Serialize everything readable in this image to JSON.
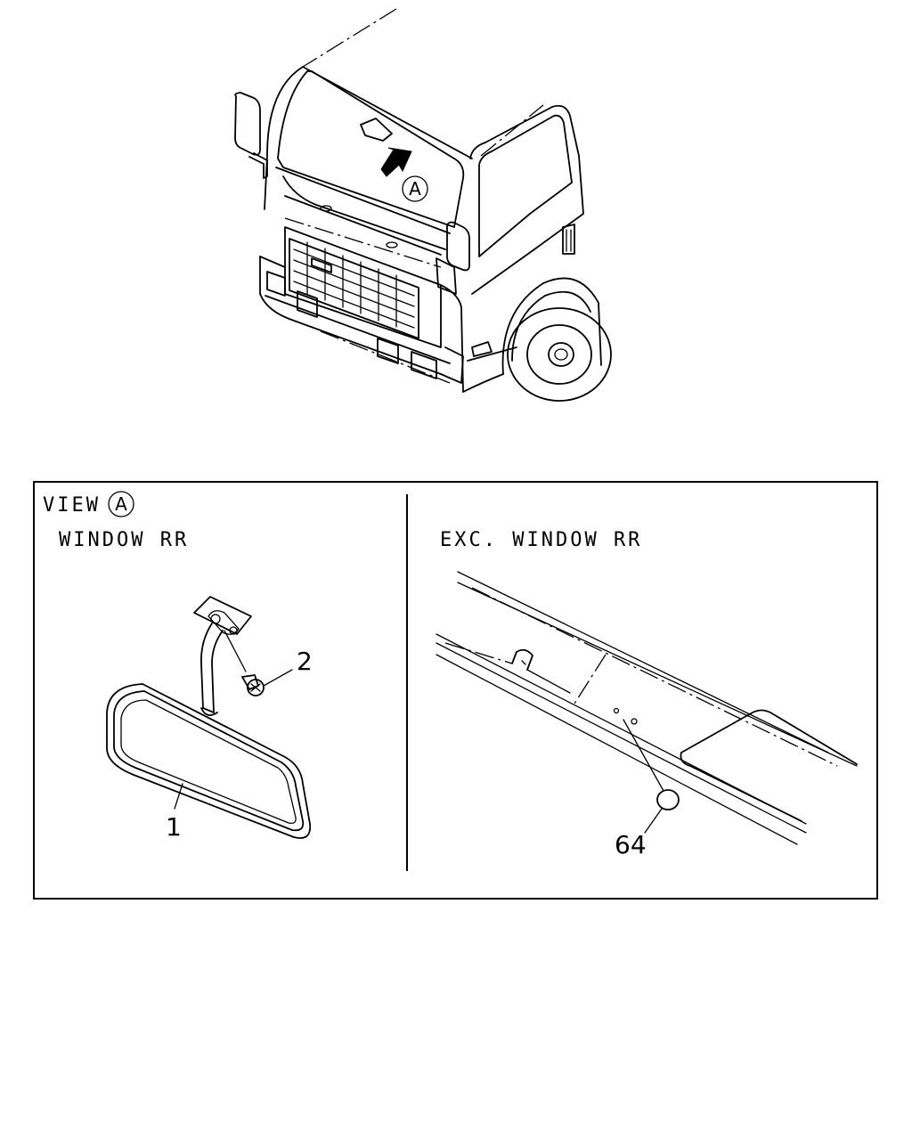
{
  "overview": {
    "view_marker": "A"
  },
  "detail_panel": {
    "view_prefix": "VIEW",
    "view_marker": "A",
    "left_heading": "WINDOW RR",
    "right_heading": "EXC. WINDOW RR",
    "callouts": {
      "mirror": "1",
      "screw": "2",
      "cap": "64"
    }
  },
  "icons": [
    "view-direction-arrow-icon",
    "screw-icon",
    "rearview-mirror-icon",
    "plug-cap-icon"
  ]
}
